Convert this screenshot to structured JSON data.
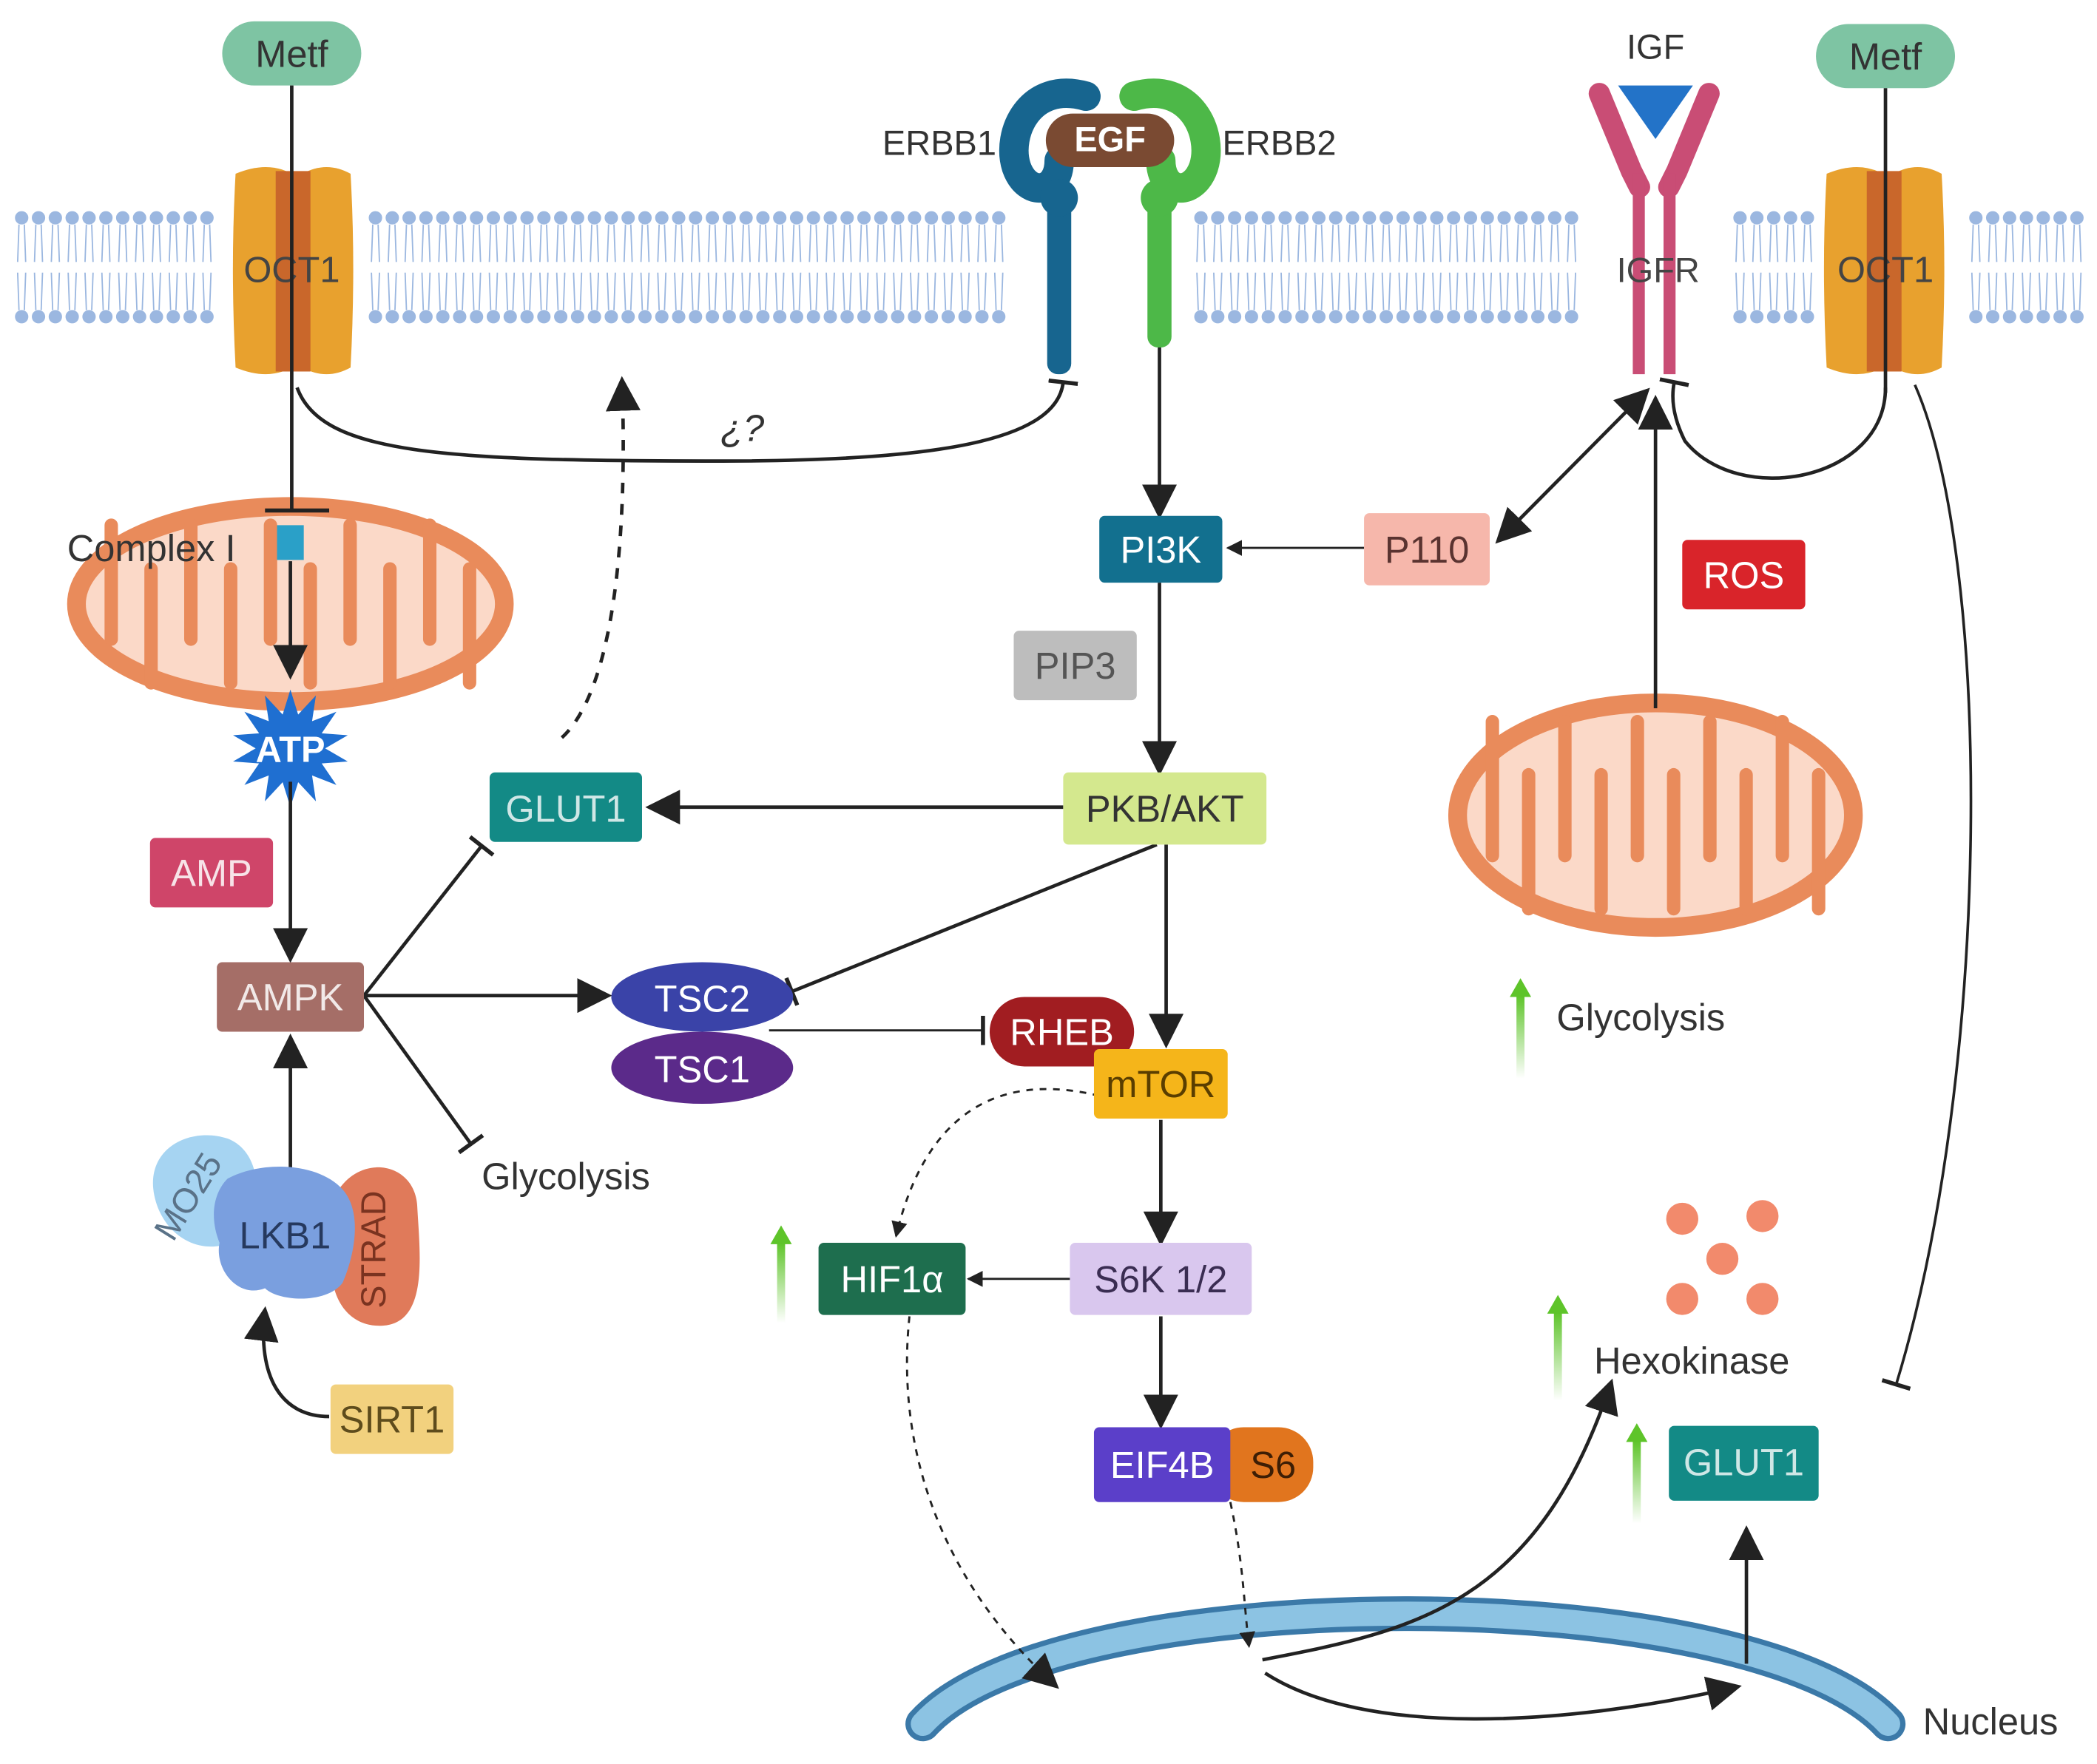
{
  "metf_left": "Metf",
  "metf_right": "Metf",
  "oct1_left": "OCT1",
  "oct1_right": "OCT1",
  "erbb1": "ERBB1",
  "erbb2": "ERBB2",
  "egf": "EGF",
  "igf": "IGF",
  "igfr": "IGFR",
  "question": "¿?",
  "complex_i": "Complex I",
  "atp": "ATP",
  "amp": "AMP",
  "ampk": "AMPK",
  "mo25": "MO25",
  "lkb1": "LKB1",
  "strad": "STRAD",
  "sirt1": "SIRT1",
  "glut1_top": "GLUT1",
  "glycolysis_left": "Glycolysis",
  "tsc2": "TSC2",
  "tsc1": "TSC1",
  "rheb": "RHEB",
  "mtor": "mTOR",
  "pi3k": "PI3K",
  "pip3": "PIP3",
  "pkb_akt": "PKB/AKT",
  "p110": "P110",
  "ros": "ROS",
  "glycolysis_right": "Glycolysis",
  "hif1a": "HIF1α",
  "s6k": "S6K 1/2",
  "eif4b": "EIF4B",
  "s6": "S6",
  "hexokinase": "Hexokinase",
  "glut1_bottom": "GLUT1",
  "nucleus": "Nucleus",
  "colors": {
    "metf": "#7ec4a3",
    "oct1": "#e8a12e",
    "oct1_core": "#c9672b",
    "membrane": "#9bb7e0",
    "erbb1": "#17658f",
    "erbb2": "#4db848",
    "egf": "#7a4a32",
    "igfr": "#c94d75",
    "igf": "#2373c8",
    "mito": "#e98b5b",
    "mito_fill": "#fbd9c8",
    "complex_i": "#2aa0c8",
    "atp": "#1f6fd1",
    "amp": "#cf4569",
    "ampk": "#a56e67",
    "mo25": "#a6d4f2",
    "lkb1": "#7a9fdf",
    "strad": "#e07a5a",
    "sirt1": "#f2d17e",
    "glut1": "#138a86",
    "tsc2": "#3a43a8",
    "tsc1": "#5b2a8a",
    "rheb": "#a11d21",
    "mtor": "#f5b51a",
    "pi3k": "#12708f",
    "pip3": "#bdbdbd",
    "pkb_akt": "#d4e88e",
    "p110": "#f6b7ab",
    "ros": "#d9242a",
    "hif1a": "#1e6e4e",
    "s6k": "#d9c7ee",
    "eif4b": "#5b3fc9",
    "s6": "#e1751e",
    "hexokinase_dots": "#f28a6c",
    "nucleus": "#6aa8d0",
    "up_arrow": "#5ec42a"
  }
}
